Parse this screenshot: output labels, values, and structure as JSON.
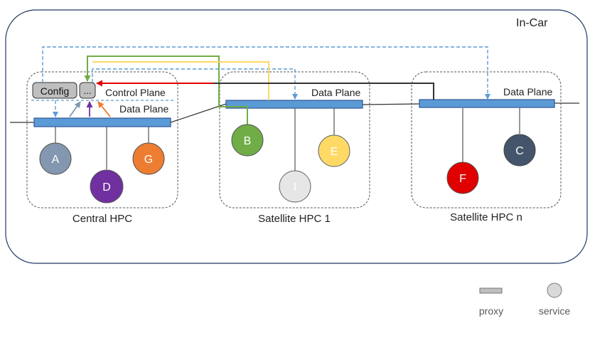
{
  "title": "In-Car",
  "hpcs": [
    {
      "label": "Central HPC",
      "control_plane_label": "Control Plane",
      "data_plane_label": "Data Plane"
    },
    {
      "label": "Satellite HPC 1",
      "data_plane_label": "Data Plane"
    },
    {
      "label": "Satellite HPC n",
      "data_plane_label": "Data Plane"
    }
  ],
  "control_boxes": {
    "config": "Config",
    "other": "..."
  },
  "services": [
    {
      "label": "A",
      "color": "#8497B0"
    },
    {
      "label": "D",
      "color": "#7030A0"
    },
    {
      "label": "G",
      "color": "#ED7D31"
    },
    {
      "label": "B",
      "color": "#70AD47"
    },
    {
      "label": "I",
      "color": "#E7E6E6"
    },
    {
      "label": "E",
      "color": "#FFD966"
    },
    {
      "label": "F",
      "color": "#E00000"
    },
    {
      "label": "C",
      "color": "#44546A"
    }
  ],
  "legend": {
    "proxy": "proxy",
    "service": "service"
  },
  "colors": {
    "proxy_fill": "#5B9BD5",
    "proxy_stroke": "#2F5597",
    "config_path": "#5B9BD5",
    "red_path": "#E00000",
    "green_path": "#70AD47",
    "yellow_path": "#FFD966"
  }
}
